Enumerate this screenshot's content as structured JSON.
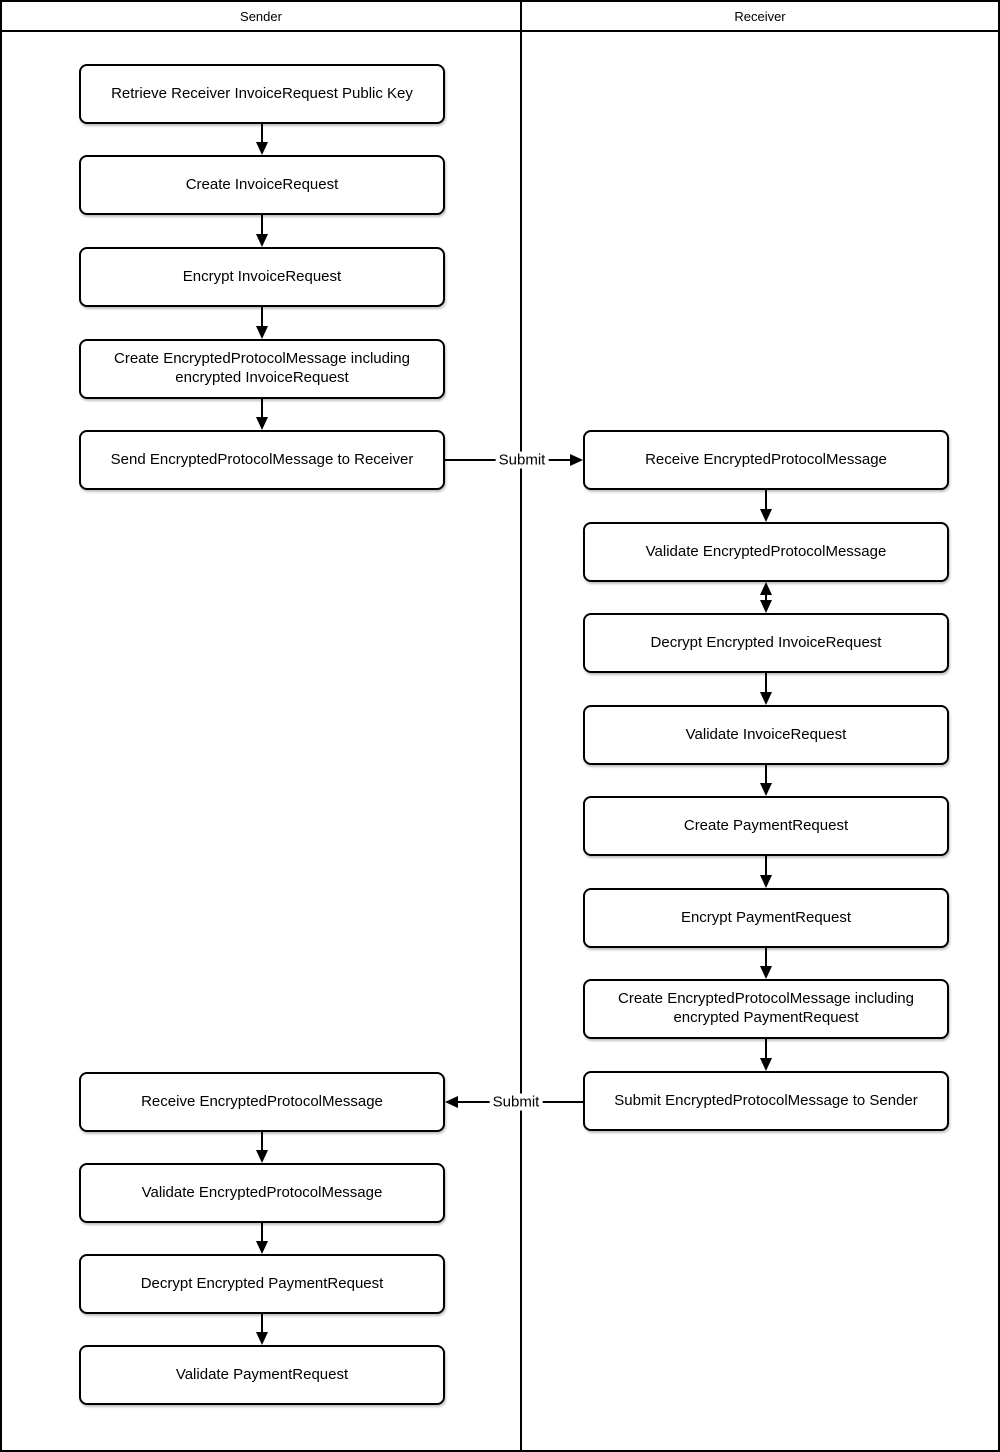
{
  "diagram": {
    "lanes": {
      "sender_title": "Sender",
      "receiver_title": "Receiver"
    },
    "sender_nodes": [
      {
        "label": "Retrieve Receiver InvoiceRequest Public Key"
      },
      {
        "label": "Create InvoiceRequest"
      },
      {
        "label": "Encrypt InvoiceRequest"
      },
      {
        "label": "Create EncryptedProtocolMessage including encrypted InvoiceRequest"
      },
      {
        "label": "Send EncryptedProtocolMessage to Receiver"
      },
      {
        "label": "Receive EncryptedProtocolMessage"
      },
      {
        "label": "Validate EncryptedProtocolMessage"
      },
      {
        "label": "Decrypt Encrypted PaymentRequest"
      },
      {
        "label": "Validate PaymentRequest"
      }
    ],
    "receiver_nodes": [
      {
        "label": "Receive EncryptedProtocolMessage"
      },
      {
        "label": "Validate EncryptedProtocolMessage"
      },
      {
        "label": "Decrypt Encrypted InvoiceRequest"
      },
      {
        "label": "Validate InvoiceRequest"
      },
      {
        "label": "Create PaymentRequest"
      },
      {
        "label": "Encrypt PaymentRequest"
      },
      {
        "label": "Create EncryptedProtocolMessage including encrypted PaymentRequest"
      },
      {
        "label": "Submit EncryptedProtocolMessage to Sender"
      }
    ],
    "edges": {
      "submit_to_receiver_label": "Submit",
      "submit_to_sender_label": "Submit"
    },
    "colors": {
      "stroke": "#000000",
      "fill": "#ffffff"
    }
  }
}
